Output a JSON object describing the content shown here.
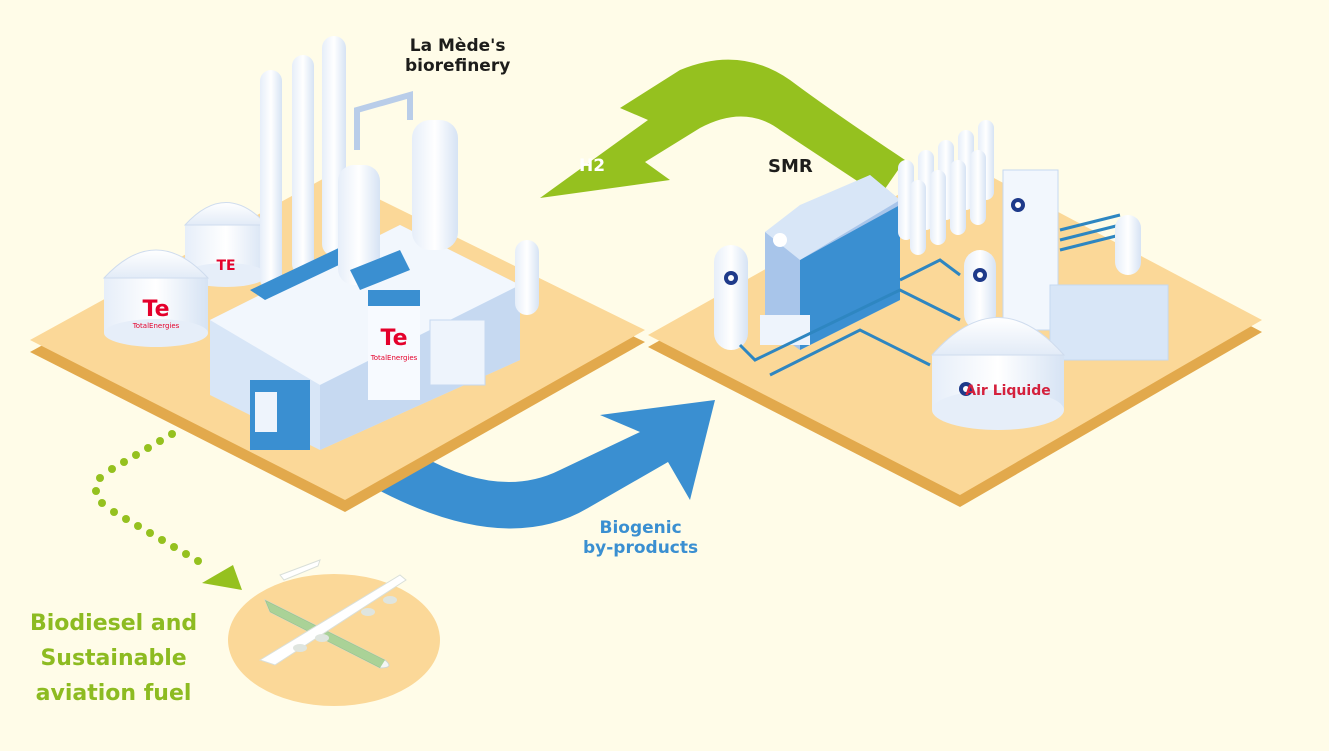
{
  "title": "La Mède biorefinery and Air Liquide SMR hydrogen exchange",
  "colors": {
    "background": "#fffce8",
    "platform_top": "#fbd898",
    "platform_edge": "#e2a94c",
    "building_white": "#f2f7fd",
    "building_light": "#d8e6f7",
    "building_blue": "#3a8fd1",
    "green_arrow": "#95c11f",
    "blue_arrow": "#3a8fd1",
    "text_dark": "#1d1d1b",
    "text_blue": "#3a8fd1",
    "text_green": "#8dbb21",
    "totalenergies_red": "#e4002b",
    "airliquide_red": "#d4213d",
    "airliquide_navy": "#1e3a8a"
  },
  "sites": {
    "refinery": {
      "label_line1": "La Mède's",
      "label_line2": "biorefinery",
      "brand": "TotalEnergies"
    },
    "smr": {
      "label": "SMR",
      "brand": "Air Liquide",
      "tank_brand_text": "Air Liquide"
    },
    "aircraft_pad": {
      "icon": "airplane-icon"
    }
  },
  "flows": {
    "h2": {
      "label": "H2",
      "direction": "smr-to-refinery"
    },
    "biogenic": {
      "label_line1": "Biogenic",
      "label_line2": "by-products",
      "direction": "refinery-to-smr"
    },
    "fuel": {
      "label_line1": "Biodiesel and",
      "label_line2": "Sustainable",
      "label_line3": "aviation fuel",
      "direction": "refinery-to-aircraft",
      "style": "dotted"
    }
  }
}
